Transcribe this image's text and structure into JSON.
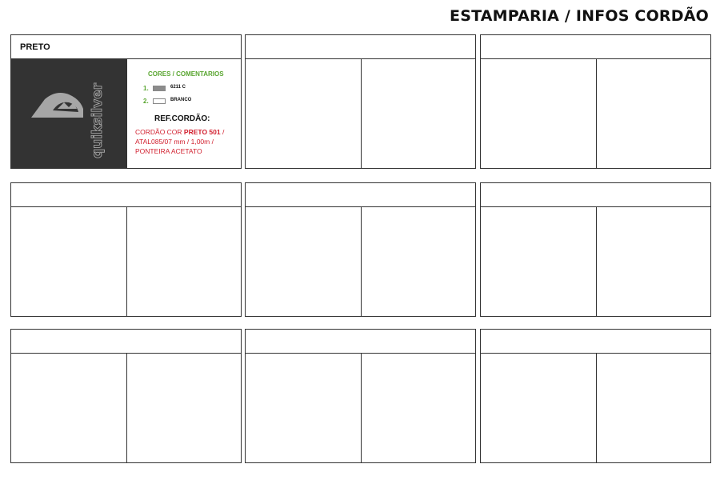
{
  "page": {
    "title": "ESTAMPARIA / INFOS CORDÃO"
  },
  "cards": [
    {
      "label": "PRETO",
      "colors_title": "CORES / COMENTARIOS",
      "colors": [
        {
          "number": "1.",
          "name": "6211 C",
          "swatch": "#8c8c8c"
        },
        {
          "number": "2.",
          "name": "BRANCO",
          "swatch": "#ffffff"
        }
      ],
      "ref_title": "REF.CORDÃO:",
      "ref_line1_prefix": "CORDÃO COR ",
      "ref_line1_bold": "PRETO 501",
      "ref_line1_suffix": " /",
      "ref_line2": "ATAL085/07 mm / 1,00m /",
      "ref_line3": "PONTEIRA ACETATO",
      "art_bg": "#333333",
      "logo_word": "quiksilver"
    },
    {
      "label": ""
    },
    {
      "label": ""
    },
    {
      "label": ""
    },
    {
      "label": ""
    },
    {
      "label": ""
    },
    {
      "label": ""
    },
    {
      "label": ""
    },
    {
      "label": ""
    }
  ]
}
